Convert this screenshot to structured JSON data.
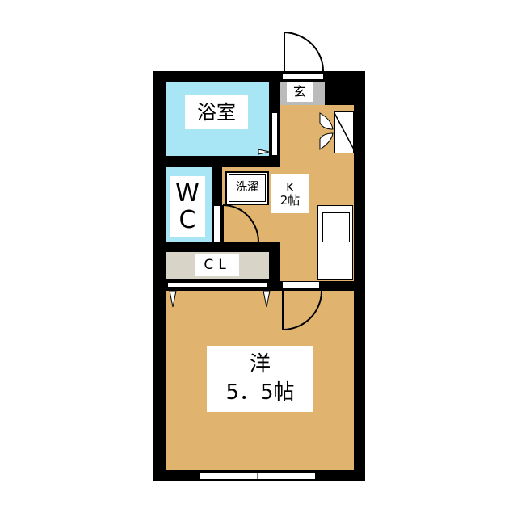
{
  "rooms": {
    "bath": "浴室",
    "entrance": "玄",
    "wc_line1": "W",
    "wc_line2": "C",
    "laundry": "洗濯",
    "kitchen_line1": "K",
    "kitchen_line2": "2帖",
    "closet": "CL",
    "western_line1": "洋",
    "western_line2": "5．5帖"
  },
  "colors": {
    "wall": "#000000",
    "floor": "#E0B46E",
    "bath": "#A8E6F5",
    "closet": "#D8D4C8",
    "entrance": "#BBBBBB"
  }
}
